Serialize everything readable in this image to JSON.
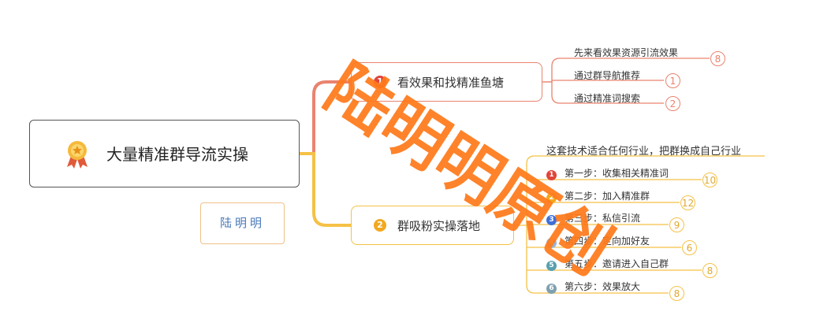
{
  "central": {
    "title": "大量精准群导流实操",
    "icon": "medal-icon"
  },
  "author_box": {
    "text": "陆明明"
  },
  "branches": [
    {
      "number": "1",
      "badge_color": "#e0443a",
      "label": "看效果和找精准鱼塘",
      "line_color": "#e9836e",
      "children": [
        {
          "text": "先来看效果资源引流效果",
          "count": "8"
        },
        {
          "text": "通过群导航推荐",
          "count": "1"
        },
        {
          "text": "通过精准词搜索",
          "count": "2"
        }
      ]
    },
    {
      "number": "2",
      "badge_color": "#f2a81f",
      "label": "群吸粉实操落地",
      "line_color": "#f5c146",
      "note": "这套技术适合任何行业，把群换成自己行业",
      "children": [
        {
          "num": "1",
          "color": "#e0443a",
          "text": "第一步：收集相关精准词",
          "count": "10"
        },
        {
          "num": "2",
          "color": "#f2a81f",
          "text": "第二步：加入精准群",
          "count": "12"
        },
        {
          "num": "3",
          "color": "#3f6fd8",
          "text": "第三步：私信引流",
          "count": "9"
        },
        {
          "num": "4",
          "color": "#8fb8e0",
          "text": "第四步：定向加好友",
          "count": "6"
        },
        {
          "num": "5",
          "color": "#5aa0b0",
          "text": "第五步：邀请进入自己群",
          "count": "8"
        },
        {
          "num": "6",
          "color": "#7fa0b0",
          "text": "第六步：效果放大",
          "count": "8"
        }
      ]
    }
  ],
  "watermark": {
    "text": "陆明明原创",
    "color": "#ff7a1a"
  },
  "colors": {
    "red_branch": "#e9836e",
    "yellow_branch": "#f5c146"
  }
}
